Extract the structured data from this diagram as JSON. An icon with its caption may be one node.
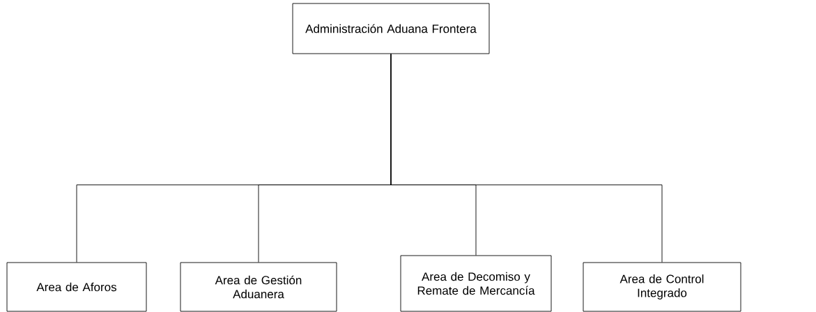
{
  "diagram": {
    "nodes": [
      {
        "text": [
          "Administración Aduana Frontera"
        ]
      },
      {
        "text": [
          "Area de Aforos"
        ]
      },
      {
        "text": [
          "Area de Gestión Aduanera"
        ]
      },
      {
        "text": [
          "Area de Decomiso y Remate de Mercancía"
        ]
      },
      {
        "text": [
          "Area de Control Integrado"
        ]
      }
    ],
    "edges": [
      {
        "from": 0,
        "to": 1,
        "arrow": "none"
      },
      {
        "from": 0,
        "to": 2,
        "arrow": "none"
      },
      {
        "from": 0,
        "to": 3,
        "arrow": "none"
      },
      {
        "from": 0,
        "to": 4,
        "arrow": "none"
      }
    ]
  }
}
